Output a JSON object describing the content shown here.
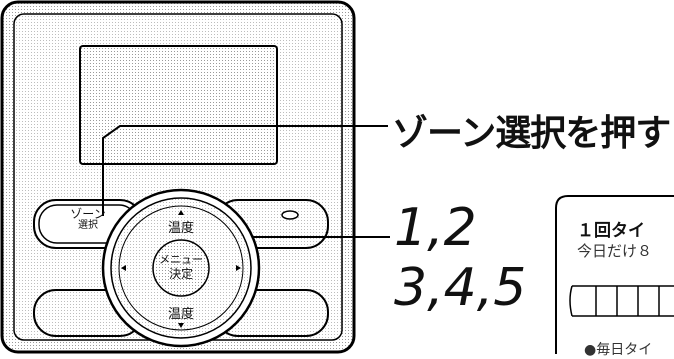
{
  "remote": {
    "zone_button": {
      "line1": "ゾーン",
      "line2": "選択"
    },
    "temp_up_label": "温度",
    "temp_down_label": "温度",
    "center_button": {
      "line1": "メニュー",
      "line2": "決定"
    }
  },
  "callout": {
    "title": "ゾーン選択を押す",
    "steps_line1": "1,2",
    "steps_line2": "3,4,5"
  },
  "timer_card": {
    "title": "１回タイ",
    "subtitle": "今日だけ８",
    "bullet_text": "●毎日タイ"
  }
}
